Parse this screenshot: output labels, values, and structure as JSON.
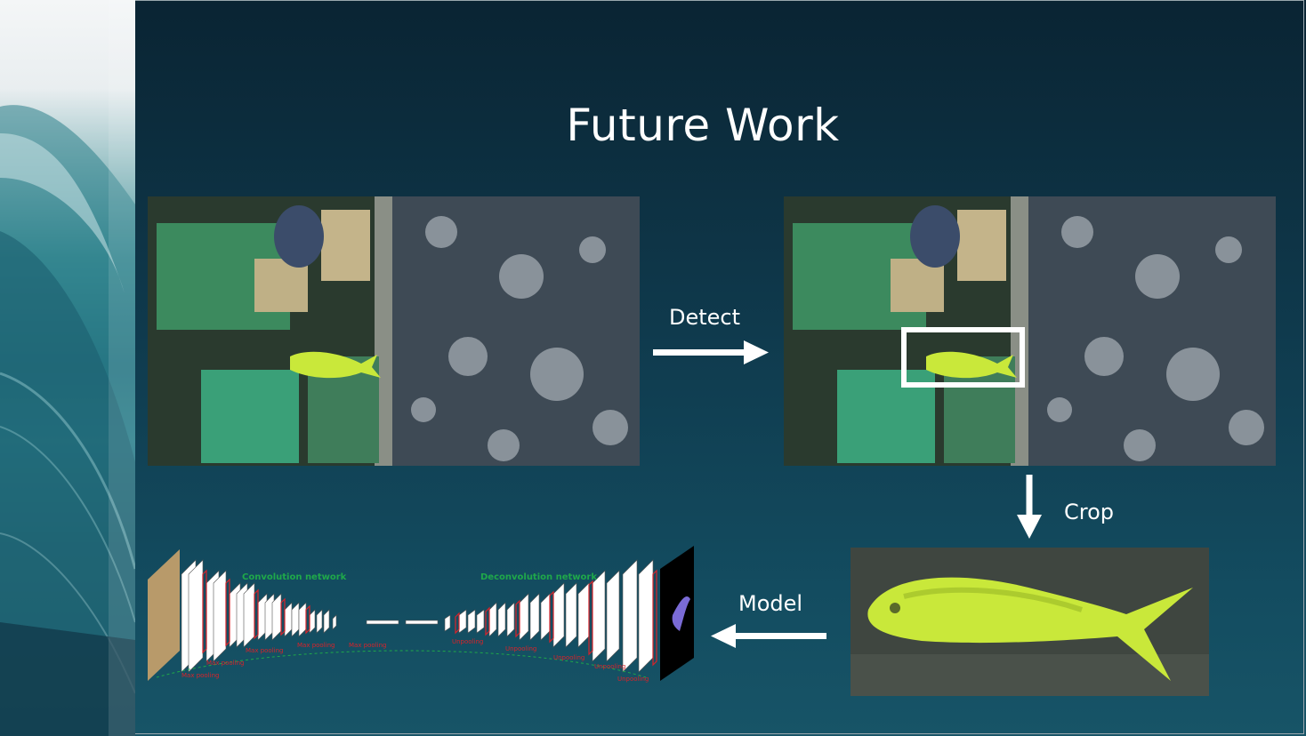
{
  "slide": {
    "title": "Future Work"
  },
  "steps": {
    "detect_label": "Detect",
    "crop_label": "Crop",
    "model_label": "Model"
  },
  "network_diagram": {
    "left_title": "Convolution network",
    "right_title": "Deconvolution network",
    "pool_labels": [
      "Max pooling",
      "Max pooling",
      "Max pooling",
      "Max pooling",
      "Max pooling"
    ],
    "unpool_labels": [
      "Unpooling",
      "Unpooling",
      "Unpooling",
      "Unpooling",
      "Unpooling"
    ],
    "colors": {
      "title_green": "#1fa84a",
      "pool_red": "#d8232a"
    }
  },
  "colors": {
    "background_dark": "#0a2433",
    "background_mid": "#134c60",
    "fish": "#c9e83a",
    "boat_green": "#2f7a55",
    "water": "#3d4a55"
  }
}
